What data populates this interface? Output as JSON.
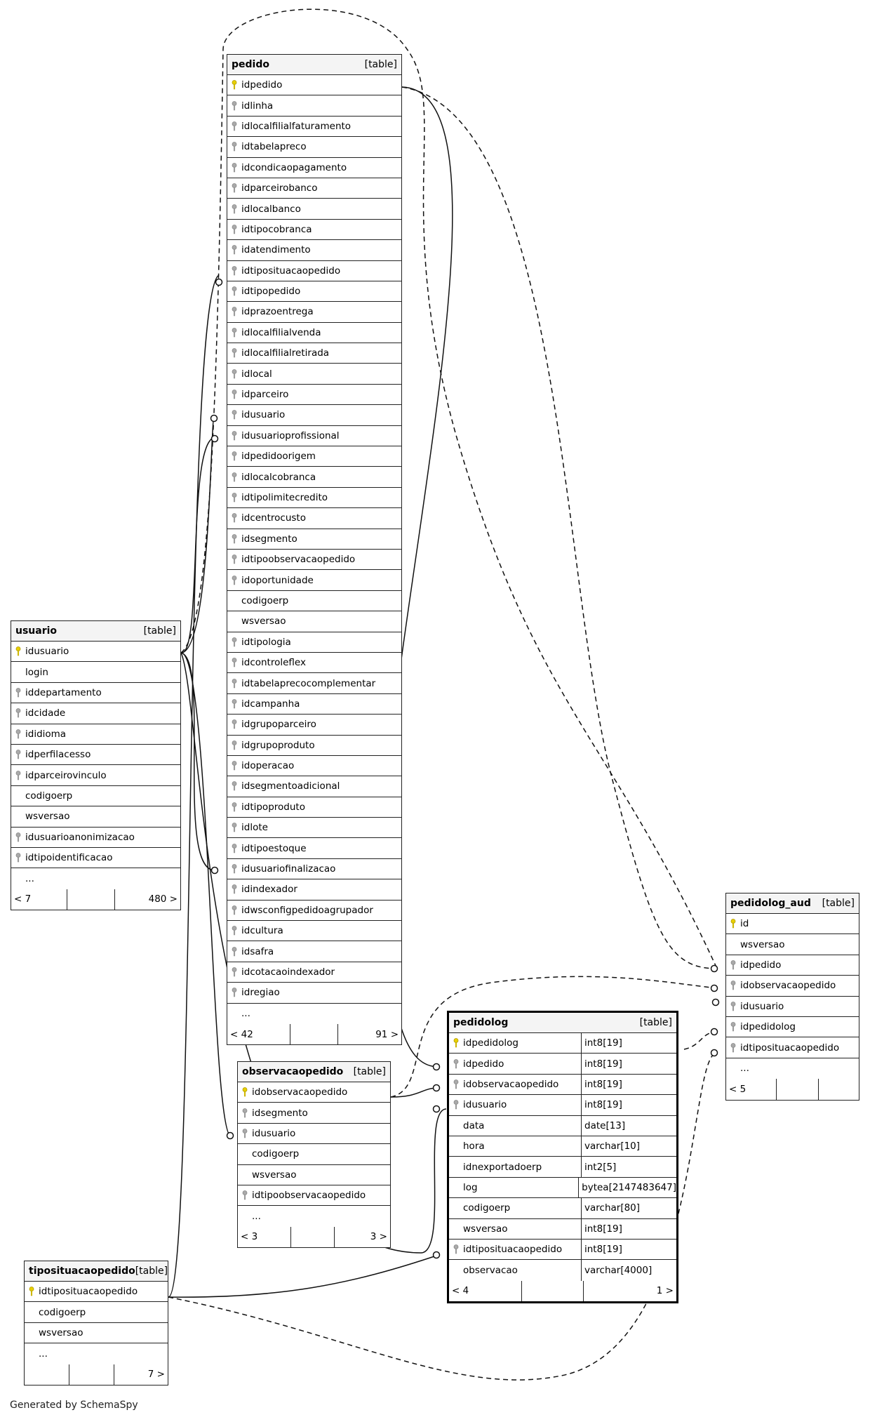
{
  "footer": "Generated by SchemaSpy",
  "tables": {
    "pedido": {
      "name": "pedido",
      "kind": "[table]",
      "columns": [
        {
          "name": "idpedido",
          "key": "pk"
        },
        {
          "name": "idlinha",
          "key": "fk"
        },
        {
          "name": "idlocalfilialfaturamento",
          "key": "fk"
        },
        {
          "name": "idtabelapreco",
          "key": "fk"
        },
        {
          "name": "idcondicaopagamento",
          "key": "fk"
        },
        {
          "name": "idparceirobanco",
          "key": "fk"
        },
        {
          "name": "idlocalbanco",
          "key": "fk"
        },
        {
          "name": "idtipocobranca",
          "key": "fk"
        },
        {
          "name": "idatendimento",
          "key": "fk"
        },
        {
          "name": "idtiposituacaopedido",
          "key": "fk"
        },
        {
          "name": "idtipopedido",
          "key": "fk"
        },
        {
          "name": "idprazoentrega",
          "key": "fk"
        },
        {
          "name": "idlocalfilialvenda",
          "key": "fk"
        },
        {
          "name": "idlocalfilialretirada",
          "key": "fk"
        },
        {
          "name": "idlocal",
          "key": "fk"
        },
        {
          "name": "idparceiro",
          "key": "fk"
        },
        {
          "name": "idusuario",
          "key": "fk"
        },
        {
          "name": "idusuarioprofissional",
          "key": "fk"
        },
        {
          "name": "idpedidoorigem",
          "key": "fk"
        },
        {
          "name": "idlocalcobranca",
          "key": "fk"
        },
        {
          "name": "idtipolimitecredito",
          "key": "fk"
        },
        {
          "name": "idcentrocusto",
          "key": "fk"
        },
        {
          "name": "idsegmento",
          "key": "fk"
        },
        {
          "name": "idtipoobservacaopedido",
          "key": "fk"
        },
        {
          "name": "idoportunidade",
          "key": "fk"
        },
        {
          "name": "codigoerp",
          "key": ""
        },
        {
          "name": "wsversao",
          "key": ""
        },
        {
          "name": "idtipologia",
          "key": "fk"
        },
        {
          "name": "idcontroleflex",
          "key": "fk"
        },
        {
          "name": "idtabelaprecocomplementar",
          "key": "fk"
        },
        {
          "name": "idcampanha",
          "key": "fk"
        },
        {
          "name": "idgrupoparceiro",
          "key": "fk"
        },
        {
          "name": "idgrupoproduto",
          "key": "fk"
        },
        {
          "name": "idoperacao",
          "key": "fk"
        },
        {
          "name": "idsegmentoadicional",
          "key": "fk"
        },
        {
          "name": "idtipoproduto",
          "key": "fk"
        },
        {
          "name": "idlote",
          "key": "fk"
        },
        {
          "name": "idtipoestoque",
          "key": "fk"
        },
        {
          "name": "idusuariofinalizacao",
          "key": "fk"
        },
        {
          "name": "idindexador",
          "key": "fk"
        },
        {
          "name": "idwsconfigpedidoagrupador",
          "key": "fk"
        },
        {
          "name": "idcultura",
          "key": "fk"
        },
        {
          "name": "idsafra",
          "key": "fk"
        },
        {
          "name": "idcotacaoindexador",
          "key": "fk"
        },
        {
          "name": "idregiao",
          "key": "fk"
        },
        {
          "name": "...",
          "key": ""
        }
      ],
      "stats": [
        "< 42",
        "",
        "91 >"
      ]
    },
    "usuario": {
      "name": "usuario",
      "kind": "[table]",
      "columns": [
        {
          "name": "idusuario",
          "key": "pk"
        },
        {
          "name": "login",
          "key": ""
        },
        {
          "name": "iddepartamento",
          "key": "fk"
        },
        {
          "name": "idcidade",
          "key": "fk"
        },
        {
          "name": "ididioma",
          "key": "fk"
        },
        {
          "name": "idperfilacesso",
          "key": "fk"
        },
        {
          "name": "idparceirovinculo",
          "key": "fk"
        },
        {
          "name": "codigoerp",
          "key": ""
        },
        {
          "name": "wsversao",
          "key": ""
        },
        {
          "name": "idusuarioanonimizacao",
          "key": "fk"
        },
        {
          "name": "idtipoidentificacao",
          "key": "fk"
        },
        {
          "name": "...",
          "key": ""
        }
      ],
      "stats": [
        "< 7",
        "",
        "480 >"
      ]
    },
    "observacaopedido": {
      "name": "observacaopedido",
      "kind": "[table]",
      "columns": [
        {
          "name": "idobservacaopedido",
          "key": "pk"
        },
        {
          "name": "idsegmento",
          "key": "fk"
        },
        {
          "name": "idusuario",
          "key": "fk"
        },
        {
          "name": "codigoerp",
          "key": ""
        },
        {
          "name": "wsversao",
          "key": ""
        },
        {
          "name": "idtipoobservacaopedido",
          "key": "fk"
        },
        {
          "name": "...",
          "key": ""
        }
      ],
      "stats": [
        "< 3",
        "",
        "3 >"
      ]
    },
    "pedidolog": {
      "name": "pedidolog",
      "kind": "[table]",
      "columns": [
        {
          "name": "idpedidolog",
          "key": "pk",
          "type": "int8[19]"
        },
        {
          "name": "idpedido",
          "key": "fk",
          "type": "int8[19]"
        },
        {
          "name": "idobservacaopedido",
          "key": "fk",
          "type": "int8[19]"
        },
        {
          "name": "idusuario",
          "key": "fk",
          "type": "int8[19]"
        },
        {
          "name": "data",
          "key": "",
          "type": "date[13]"
        },
        {
          "name": "hora",
          "key": "",
          "type": "varchar[10]"
        },
        {
          "name": "idnexportadoerp",
          "key": "",
          "type": "int2[5]"
        },
        {
          "name": "log",
          "key": "",
          "type": "bytea[2147483647]"
        },
        {
          "name": "codigoerp",
          "key": "",
          "type": "varchar[80]"
        },
        {
          "name": "wsversao",
          "key": "",
          "type": "int8[19]"
        },
        {
          "name": "idtiposituacaopedido",
          "key": "fk",
          "type": "int8[19]"
        },
        {
          "name": "observacao",
          "key": "",
          "type": "varchar[4000]"
        }
      ],
      "stats": [
        "< 4",
        "",
        "1 >"
      ]
    },
    "pedidolog_aud": {
      "name": "pedidolog_aud",
      "kind": "[table]",
      "columns": [
        {
          "name": "id",
          "key": "pk"
        },
        {
          "name": "wsversao",
          "key": ""
        },
        {
          "name": "idpedido",
          "key": "fk"
        },
        {
          "name": "idobservacaopedido",
          "key": "fk"
        },
        {
          "name": "idusuario",
          "key": "fk"
        },
        {
          "name": "idpedidolog",
          "key": "fk"
        },
        {
          "name": "idtiposituacaopedido",
          "key": "fk"
        },
        {
          "name": "...",
          "key": ""
        }
      ],
      "stats": [
        "< 5",
        "",
        ""
      ]
    },
    "tiposituacaopedido": {
      "name": "tiposituacaopedido",
      "kind": "[table]",
      "columns": [
        {
          "name": "idtiposituacaopedido",
          "key": "pk"
        },
        {
          "name": "codigoerp",
          "key": ""
        },
        {
          "name": "wsversao",
          "key": ""
        },
        {
          "name": "...",
          "key": ""
        }
      ],
      "stats": [
        "",
        "",
        "7 >"
      ]
    }
  }
}
